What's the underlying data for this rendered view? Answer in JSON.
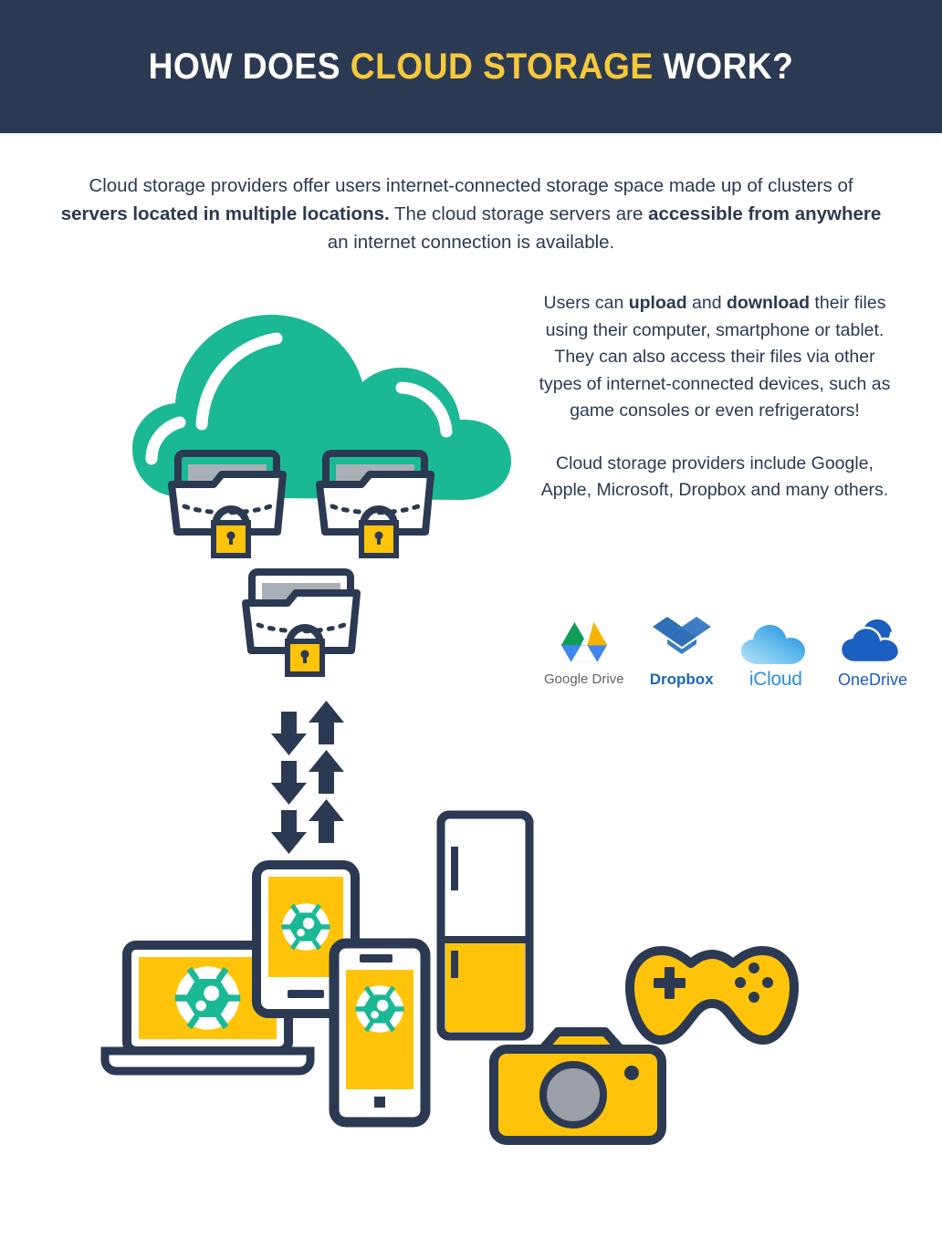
{
  "header": {
    "title_part1": "HOW DOES ",
    "title_highlight": "CLOUD STORAGE",
    "title_part2": " WORK?",
    "bg_color": "#2b3a52",
    "highlight_color": "#f6c83c",
    "text_color": "#ffffff"
  },
  "intro": {
    "line_a": "Cloud storage providers offer users internet-connected storage space made up of clusters of ",
    "bold_a": "servers located in multiple locations.",
    "line_b": " The cloud storage servers are ",
    "bold_b": "accessible from anywhere",
    "line_c": " an internet connection is available."
  },
  "right_column": {
    "paragraph_1": {
      "seg_1": "Users can ",
      "bold_1": "upload",
      "seg_2": " and ",
      "bold_2": "download",
      "seg_3": " their files using their computer, smartphone or tablet. They can also access their files via other types of internet-connected devices, such as game consoles or even refrigerators!"
    },
    "paragraph_2": "Cloud storage providers include Google, Apple, Microsoft, Dropbox and many others."
  },
  "logos": [
    {
      "name": "google-drive",
      "label": "Google Drive",
      "icon": "google-drive-icon",
      "colors": [
        "#0f9d58",
        "#f4b400",
        "#4285f4"
      ]
    },
    {
      "name": "dropbox",
      "label": "Dropbox",
      "icon": "dropbox-icon",
      "colors": [
        "#2e6fb7",
        "#3d7dc4"
      ]
    },
    {
      "name": "icloud",
      "label": "iCloud",
      "icon": "icloud-icon",
      "colors": [
        "#8ed3f5",
        "#2c8fe0"
      ]
    },
    {
      "name": "onedrive",
      "label": "OneDrive",
      "icon": "onedrive-icon",
      "colors": [
        "#1b5fc1",
        "#2775d9"
      ]
    }
  ],
  "illustration": {
    "cloud": {
      "icon": "cloud-shape",
      "color": "#1bb894",
      "highlight_color": "#ffffff"
    },
    "folders": [
      {
        "icon": "locked-folder-icon",
        "position": "cloud-left"
      },
      {
        "icon": "locked-folder-icon",
        "position": "cloud-right"
      },
      {
        "icon": "locked-folder-icon",
        "position": "center-below-cloud"
      }
    ],
    "folder_colors": {
      "front": "#ffffff",
      "back": "#a9b0b5",
      "outline": "#2b3a52",
      "lock": "#ffc40a"
    },
    "transfer_arrows": {
      "icon": "upload-download-arrows",
      "pairs": 3,
      "color": "#2b3a52"
    },
    "devices": [
      {
        "icon": "laptop-icon",
        "screen_color": "#ffc40a",
        "badge": "network-node-icon"
      },
      {
        "icon": "tablet-icon",
        "screen_color": "#ffc40a",
        "badge": "network-node-icon"
      },
      {
        "icon": "smartphone-icon",
        "screen_color": "#ffc40a",
        "badge": "network-node-icon"
      },
      {
        "icon": "refrigerator-icon",
        "colors": [
          "#ffffff",
          "#ffc40a"
        ]
      },
      {
        "icon": "camera-icon",
        "color": "#ffc40a",
        "lens_color": "#9aa0a6"
      },
      {
        "icon": "game-controller-icon",
        "color": "#ffc40a"
      }
    ],
    "palette": {
      "navy": "#2b3a52",
      "teal": "#1bb894",
      "yellow": "#ffc40a",
      "gray": "#a9b0b5",
      "white": "#ffffff"
    }
  }
}
